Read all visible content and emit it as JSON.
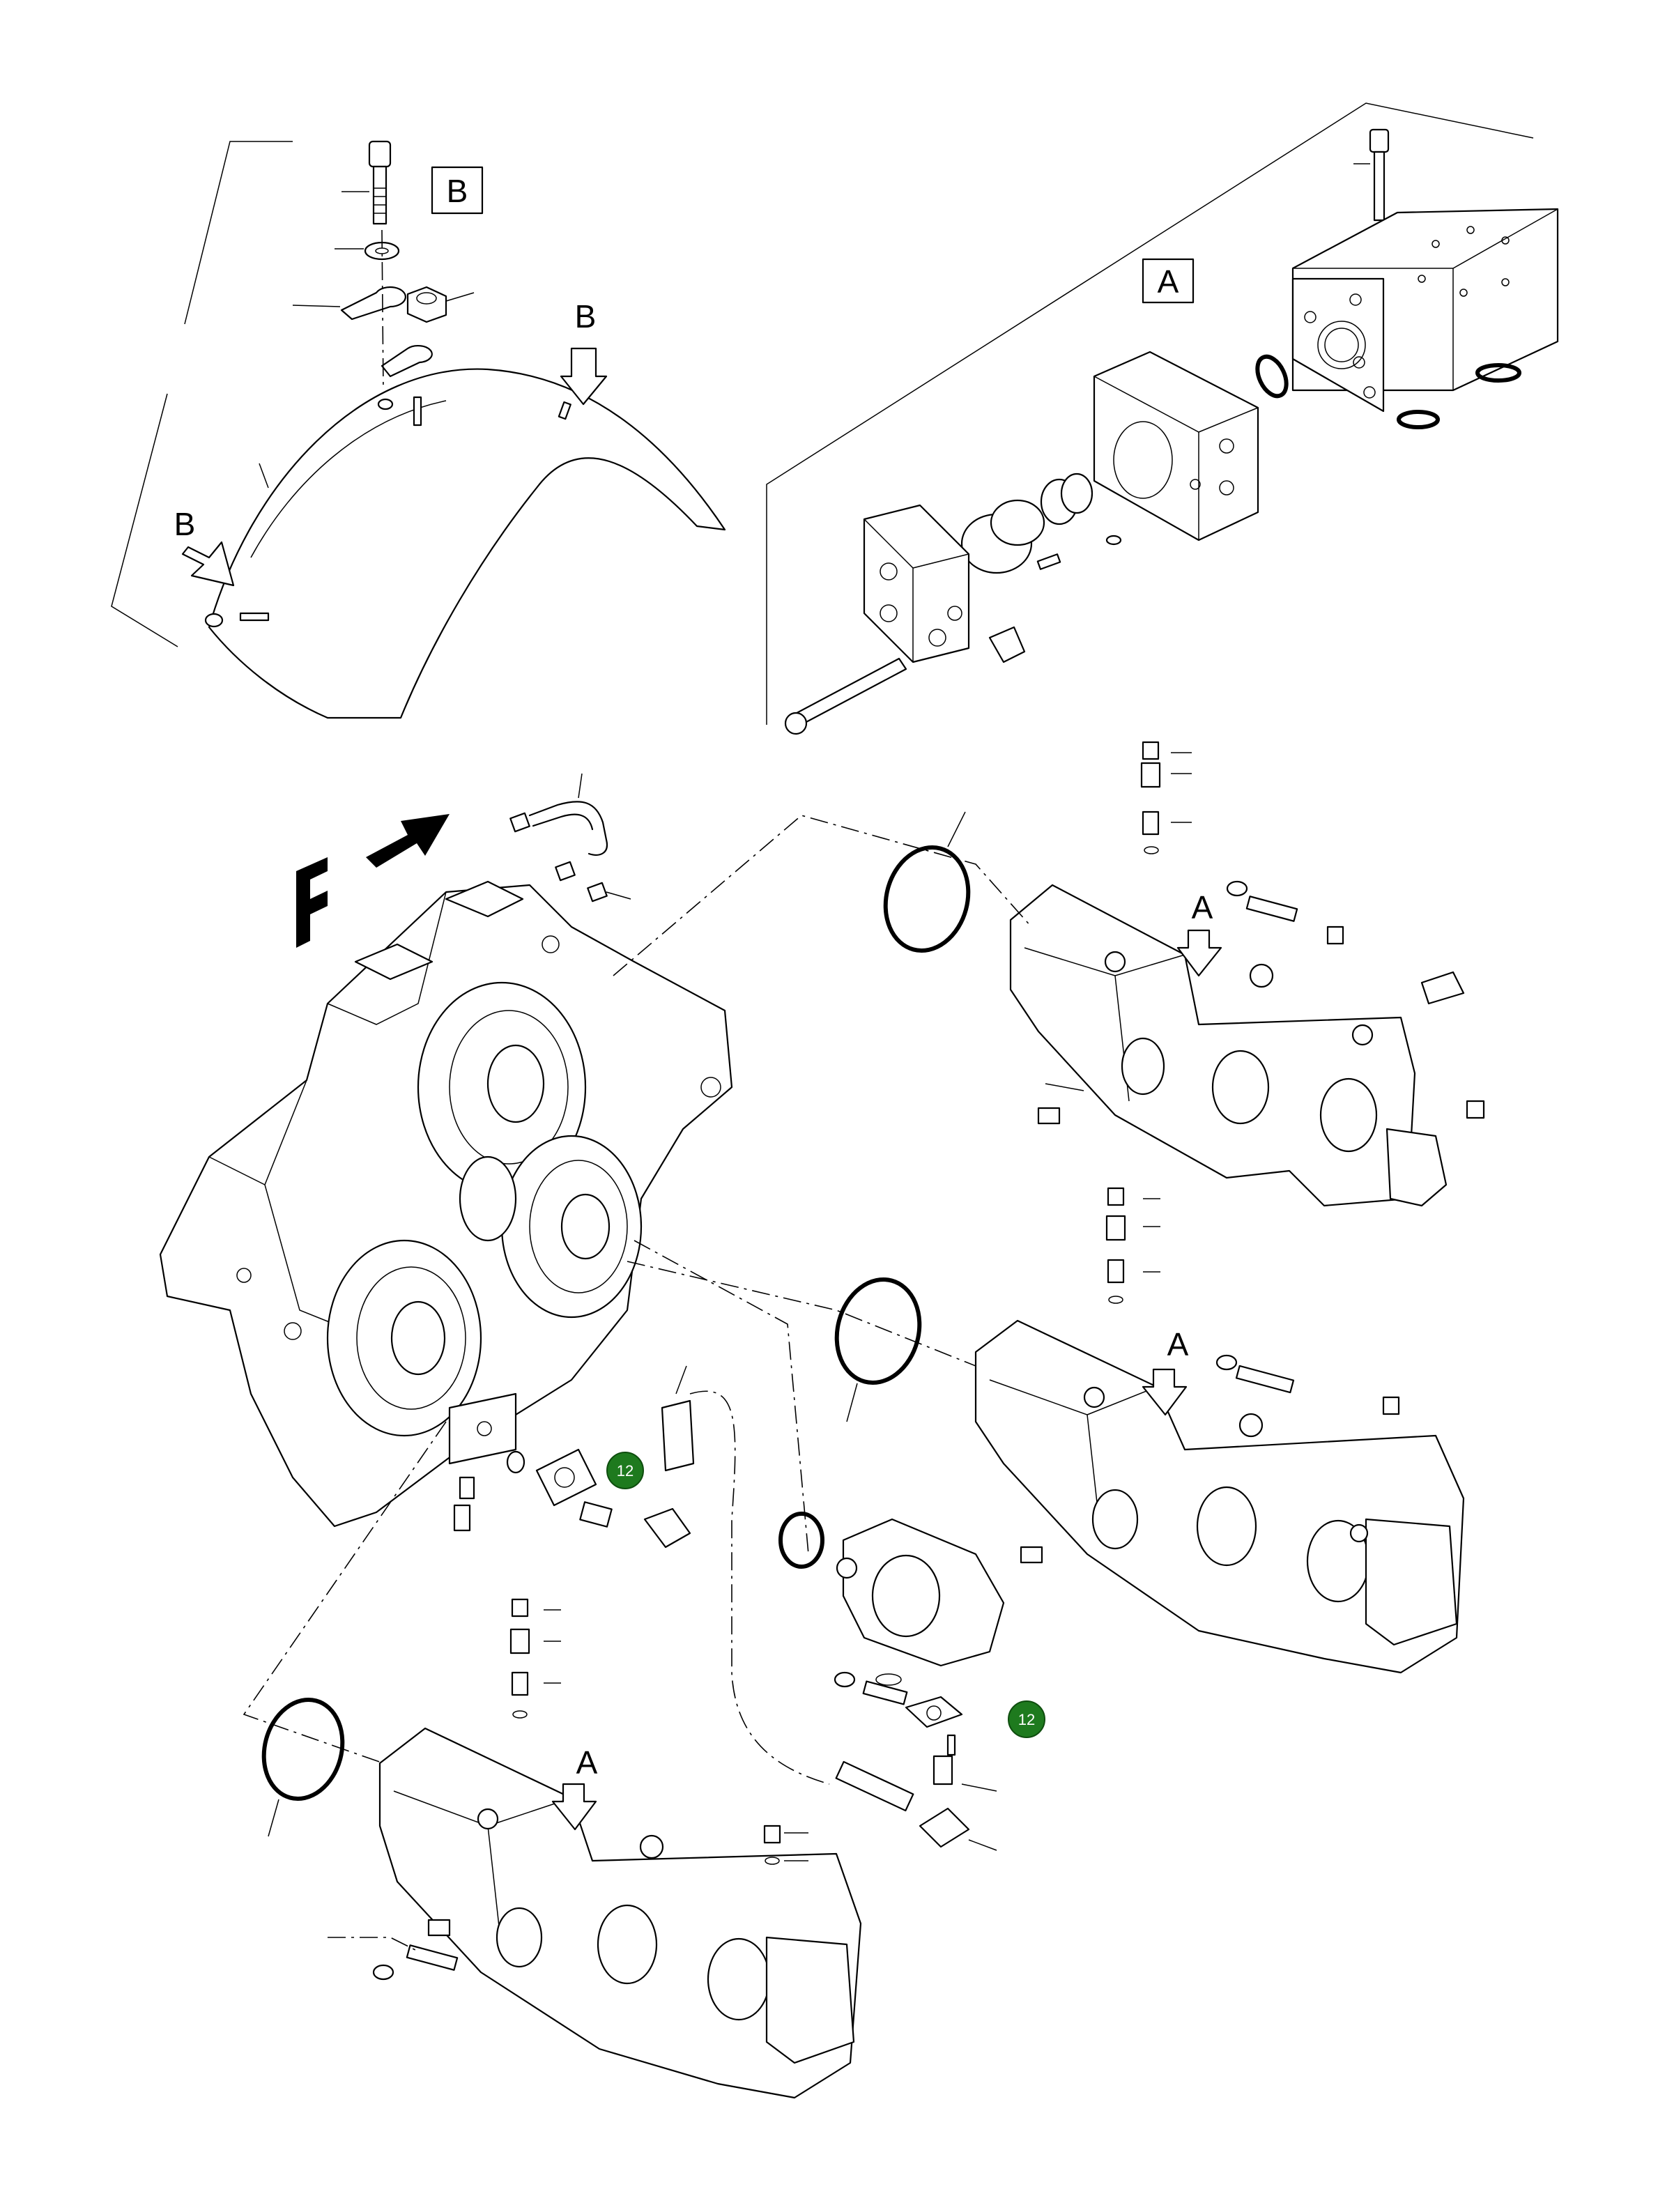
{
  "view_labels": {
    "box_b": "B",
    "box_a": "A",
    "arrow_b_right": "B",
    "arrow_b_left": "B",
    "arrow_a_pump1": "A",
    "arrow_a_pump2": "A",
    "arrow_a_pump3": "A"
  },
  "front_marker": "F",
  "callouts": {
    "badge_left": "12",
    "badge_right": "12"
  },
  "colors": {
    "line": "#000000",
    "background": "#ffffff",
    "badge": "#1e7a1e"
  }
}
